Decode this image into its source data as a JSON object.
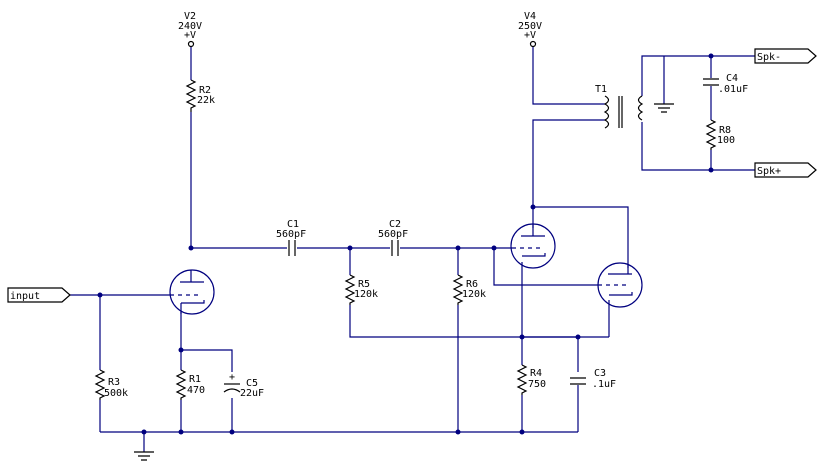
{
  "supplies": [
    {
      "id": "V2",
      "value": "240V",
      "label": "+V"
    },
    {
      "id": "V4",
      "value": "250V",
      "label": "+V"
    }
  ],
  "components": {
    "R1": {
      "id": "R1",
      "value": "470"
    },
    "R2": {
      "id": "R2",
      "value": "22k"
    },
    "R3": {
      "id": "R3",
      "value": "500k"
    },
    "R4": {
      "id": "R4",
      "value": "750"
    },
    "R5": {
      "id": "R5",
      "value": "120k"
    },
    "R6": {
      "id": "R6",
      "value": "120k"
    },
    "R8": {
      "id": "R8",
      "value": "100"
    },
    "C1": {
      "id": "C1",
      "value": "560pF"
    },
    "C2": {
      "id": "C2",
      "value": "560pF"
    },
    "C3": {
      "id": "C3",
      "value": ".1uF"
    },
    "C4": {
      "id": "C4",
      "value": ".01uF"
    },
    "C5": {
      "id": "C5",
      "value": "22uF"
    },
    "T1": {
      "id": "T1"
    }
  },
  "ports": {
    "input": "input",
    "spk_minus": "Spk-",
    "spk_plus": "Spk+"
  },
  "colors": {
    "wire": "#00007f",
    "component": "#000000"
  }
}
